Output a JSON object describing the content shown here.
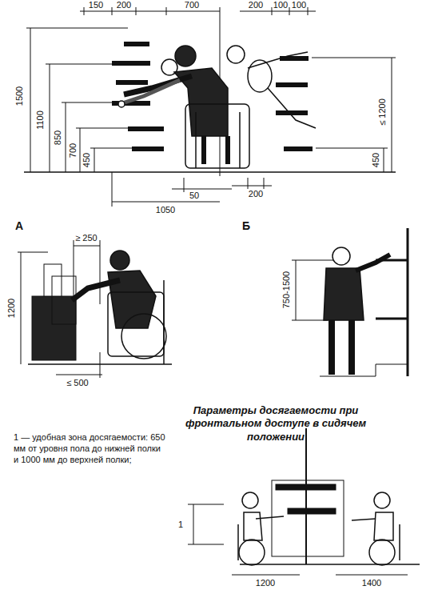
{
  "diagram": {
    "title": "Параметры досягаемости при фронтальном доступе в сидячем положении",
    "labels": [
      "150",
      "200",
      "700",
      "200",
      "100",
      "100",
      "1500",
      "1100",
      "850",
      "700",
      "450",
      "≤ 1200",
      "450",
      "50",
      "200",
      "1050",
      "А",
      "≥ 250",
      "1200",
      "≤ 500",
      "Б",
      "750-1500",
      "1 — удобная зона досягаемости: 650 мм от уровня пола до нижней полки и 1000 мм до верхней полки;",
      "1",
      "1200",
      "1400"
    ]
  }
}
